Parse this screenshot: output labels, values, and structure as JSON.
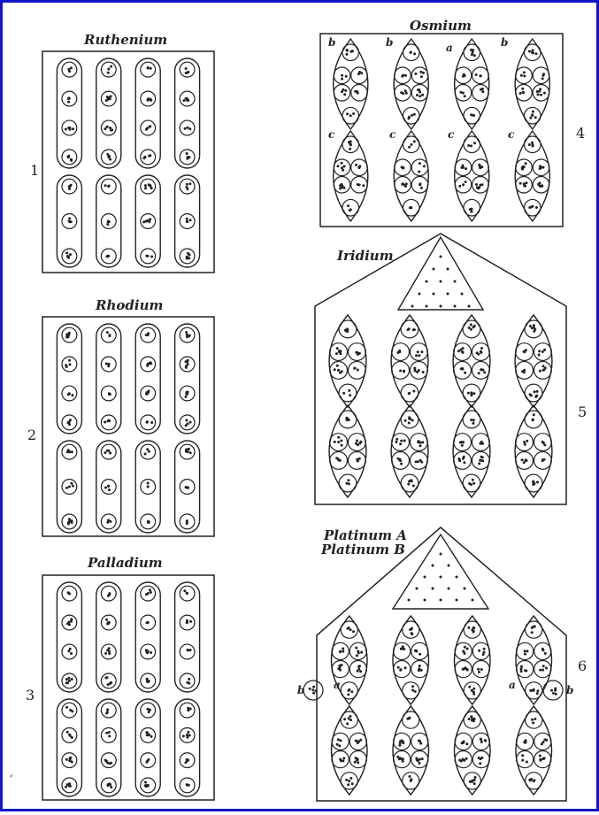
{
  "colors": {
    "frame": "#1414c8",
    "ink": "#222222",
    "paper": "#ffffff"
  },
  "plates": [
    {
      "title": "Ruthenium",
      "number": "1"
    },
    {
      "title": "Rhodium",
      "number": "2"
    },
    {
      "title": "Palladium",
      "number": "3"
    },
    {
      "title": "Osmium",
      "number": "4",
      "letters": [
        "b",
        "b",
        "a",
        "b",
        "c",
        "c",
        "c",
        "c"
      ]
    },
    {
      "title": "Iridium",
      "number": "5"
    },
    {
      "title": "Platinum A",
      "subtitle": "Platinum B",
      "number": "6",
      "side_marks": [
        "b",
        "b"
      ],
      "inner_marks": [
        "a",
        "a"
      ]
    }
  ],
  "margin_mark": ","
}
